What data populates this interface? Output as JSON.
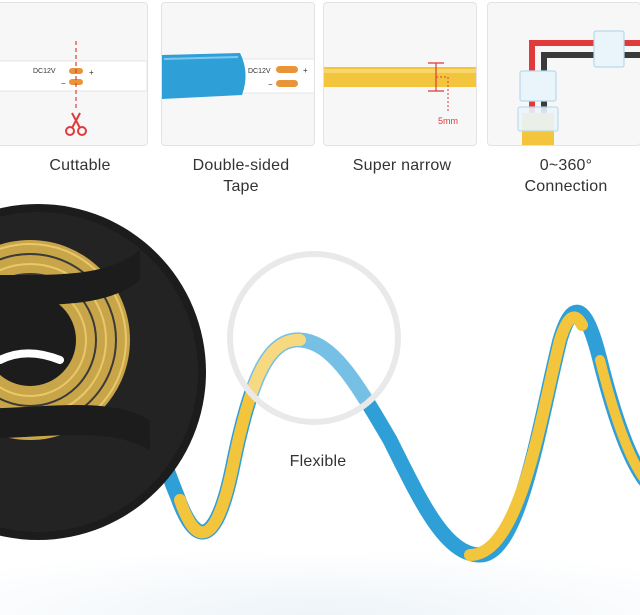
{
  "features": [
    {
      "id": "cuttable",
      "caption": [
        "Cuttable"
      ],
      "strip_text": "DC12V",
      "plus": "+",
      "minus": "−"
    },
    {
      "id": "tape",
      "caption": [
        "Double-sided",
        "Tape"
      ],
      "strip_text": "DC12V",
      "plus": "+",
      "minus": "−"
    },
    {
      "id": "narrow",
      "caption": [
        "Super narrow"
      ],
      "measure": "5mm"
    },
    {
      "id": "connection",
      "caption": [
        "0~360°",
        "Connection"
      ]
    }
  ],
  "main": {
    "label": "Flexible"
  },
  "colors": {
    "strip_yellow": "#f2c53d",
    "tape_blue": "#2f9fd8",
    "reel": "#1c1c1c",
    "accent_red": "#e03a3a",
    "pad_orange": "#e8953a"
  },
  "icons": [
    "scissors-icon"
  ]
}
